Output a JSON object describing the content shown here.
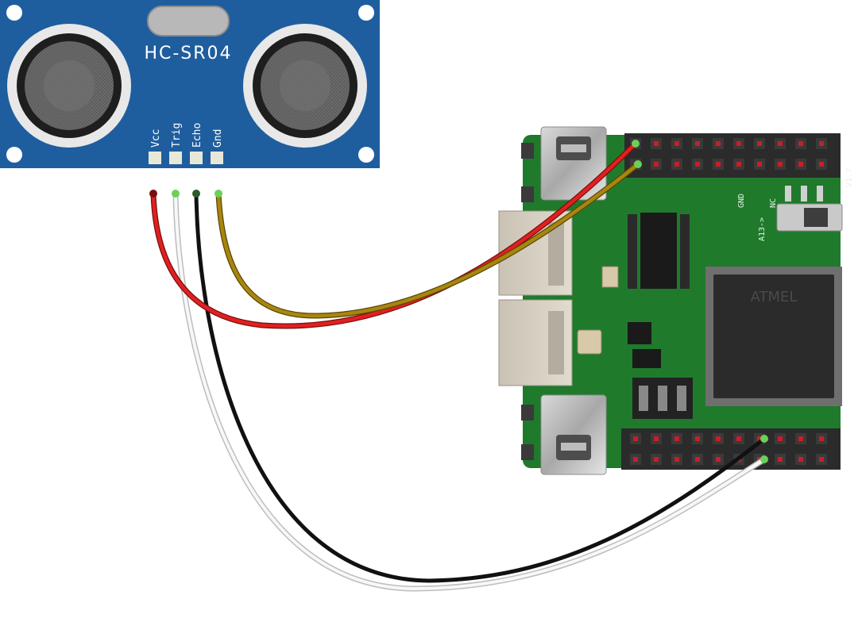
{
  "sensor": {
    "title": "HC-SR04",
    "pins": [
      {
        "label": "Vcc"
      },
      {
        "label": "Trig"
      },
      {
        "label": "Echo"
      },
      {
        "label": "Gnd"
      }
    ]
  },
  "board": {
    "chip_text": "ATMEL",
    "silkscreen": [
      "GND",
      "NC",
      "A13->",
      "V1.7"
    ]
  },
  "wires": [
    {
      "from": "Vcc",
      "color": "#e02020"
    },
    {
      "from": "Trig",
      "color": "#f2f2f2"
    },
    {
      "from": "Echo",
      "color": "#1a1a1a"
    },
    {
      "from": "Gnd",
      "color": "#9a7a10"
    }
  ],
  "colors": {
    "sensor_pcb": "#1f5e9e",
    "board_pcb": "#1f7a2c",
    "header": "#2b2b2b",
    "header_pin": "#c81e28"
  }
}
